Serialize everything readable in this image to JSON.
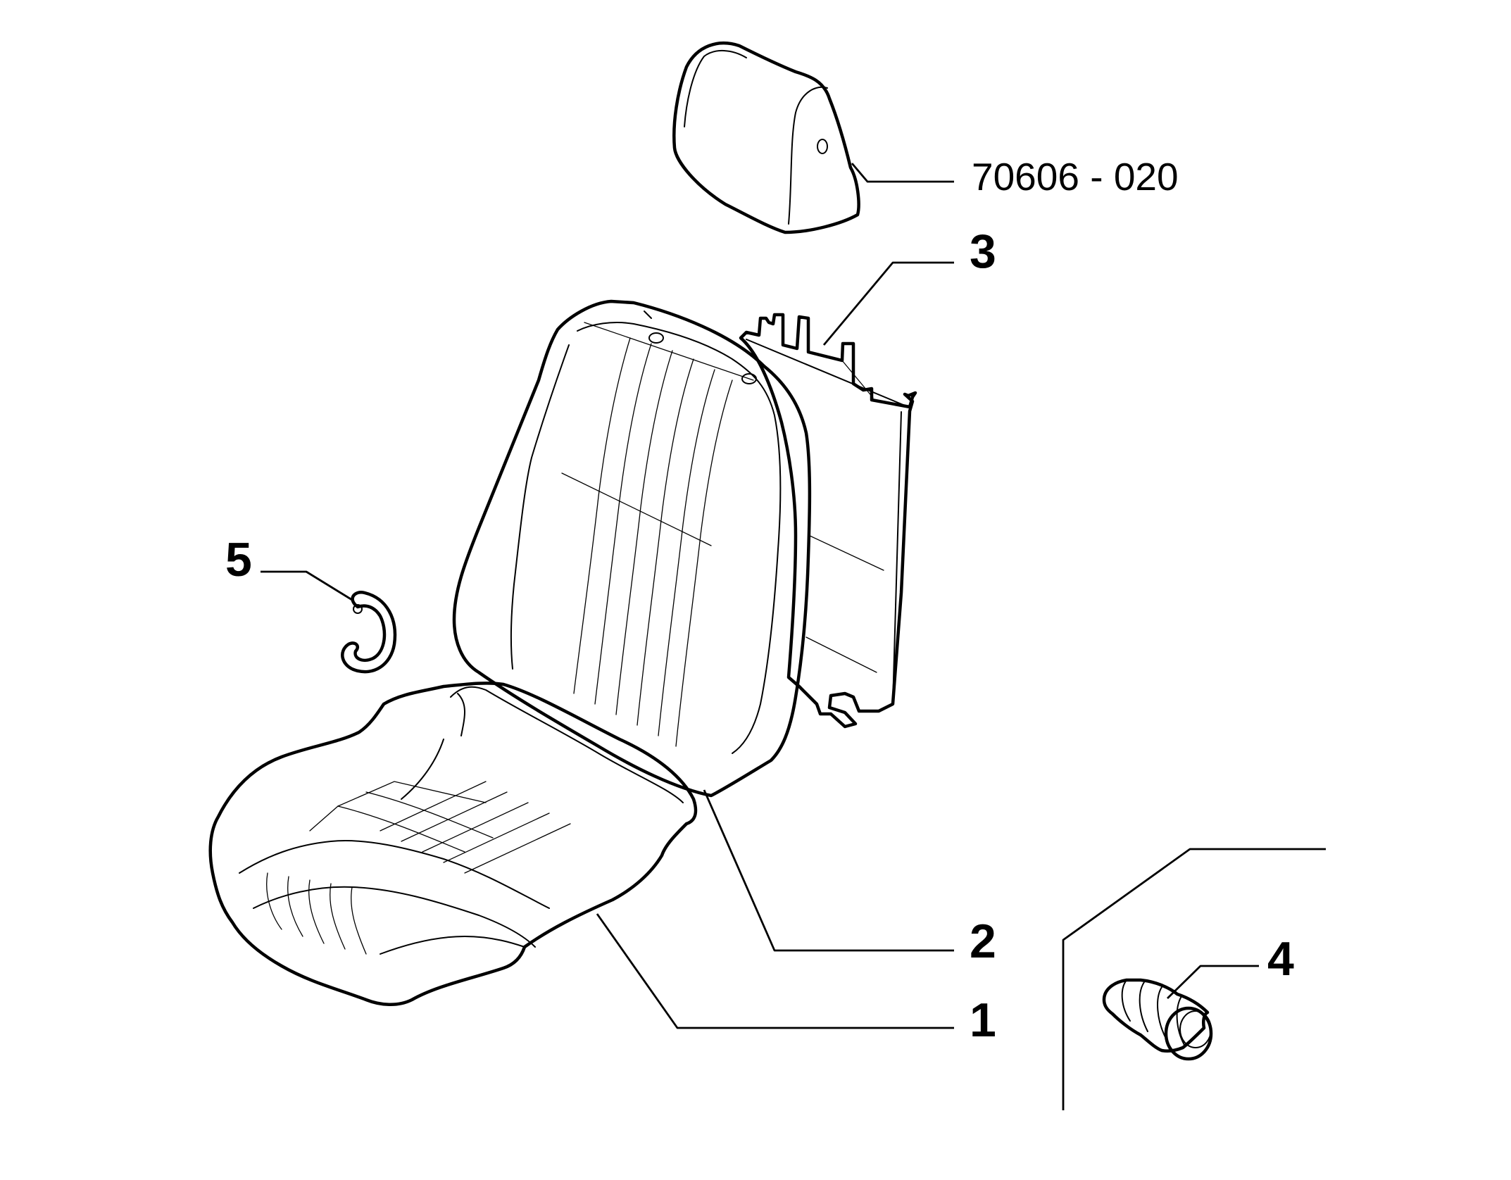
{
  "callouts": {
    "headrest_ref": "70606 - 020",
    "part_3": "3",
    "part_5": "5",
    "part_2": "2",
    "part_1": "1",
    "part_4": "4"
  }
}
